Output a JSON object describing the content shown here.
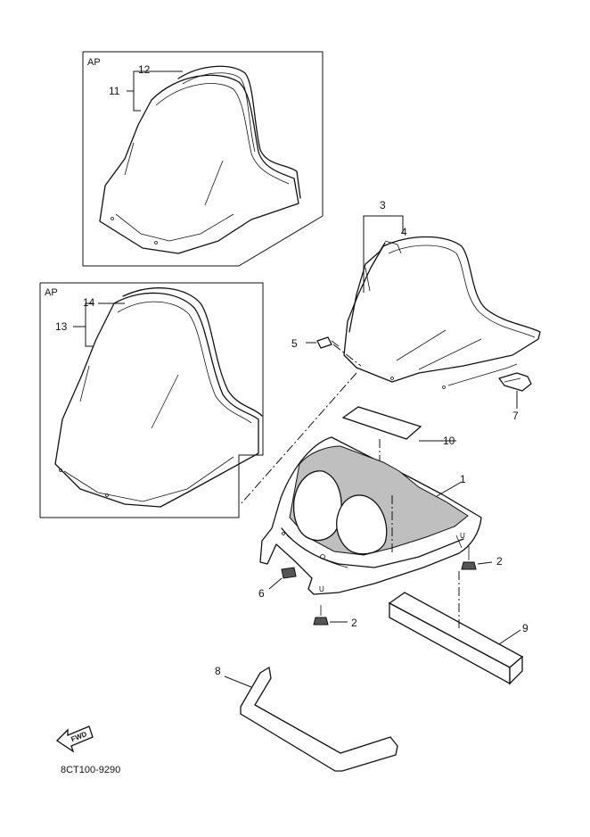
{
  "inset_boxes": [
    {
      "label": "AP",
      "callouts": [
        "12",
        "11"
      ]
    },
    {
      "label": "AP",
      "callouts": [
        "14",
        "13"
      ]
    }
  ],
  "callouts": {
    "c1": "1",
    "c2a": "2",
    "c2b": "2",
    "c3": "3",
    "c4": "4",
    "c5": "5",
    "c6": "6",
    "c7": "7",
    "c8": "8",
    "c9": "9",
    "c10": "10",
    "c11": "11",
    "c12": "12",
    "c13": "13",
    "c14": "14"
  },
  "fwd_label": "FWD",
  "diagram_code": "8CT100-9290"
}
